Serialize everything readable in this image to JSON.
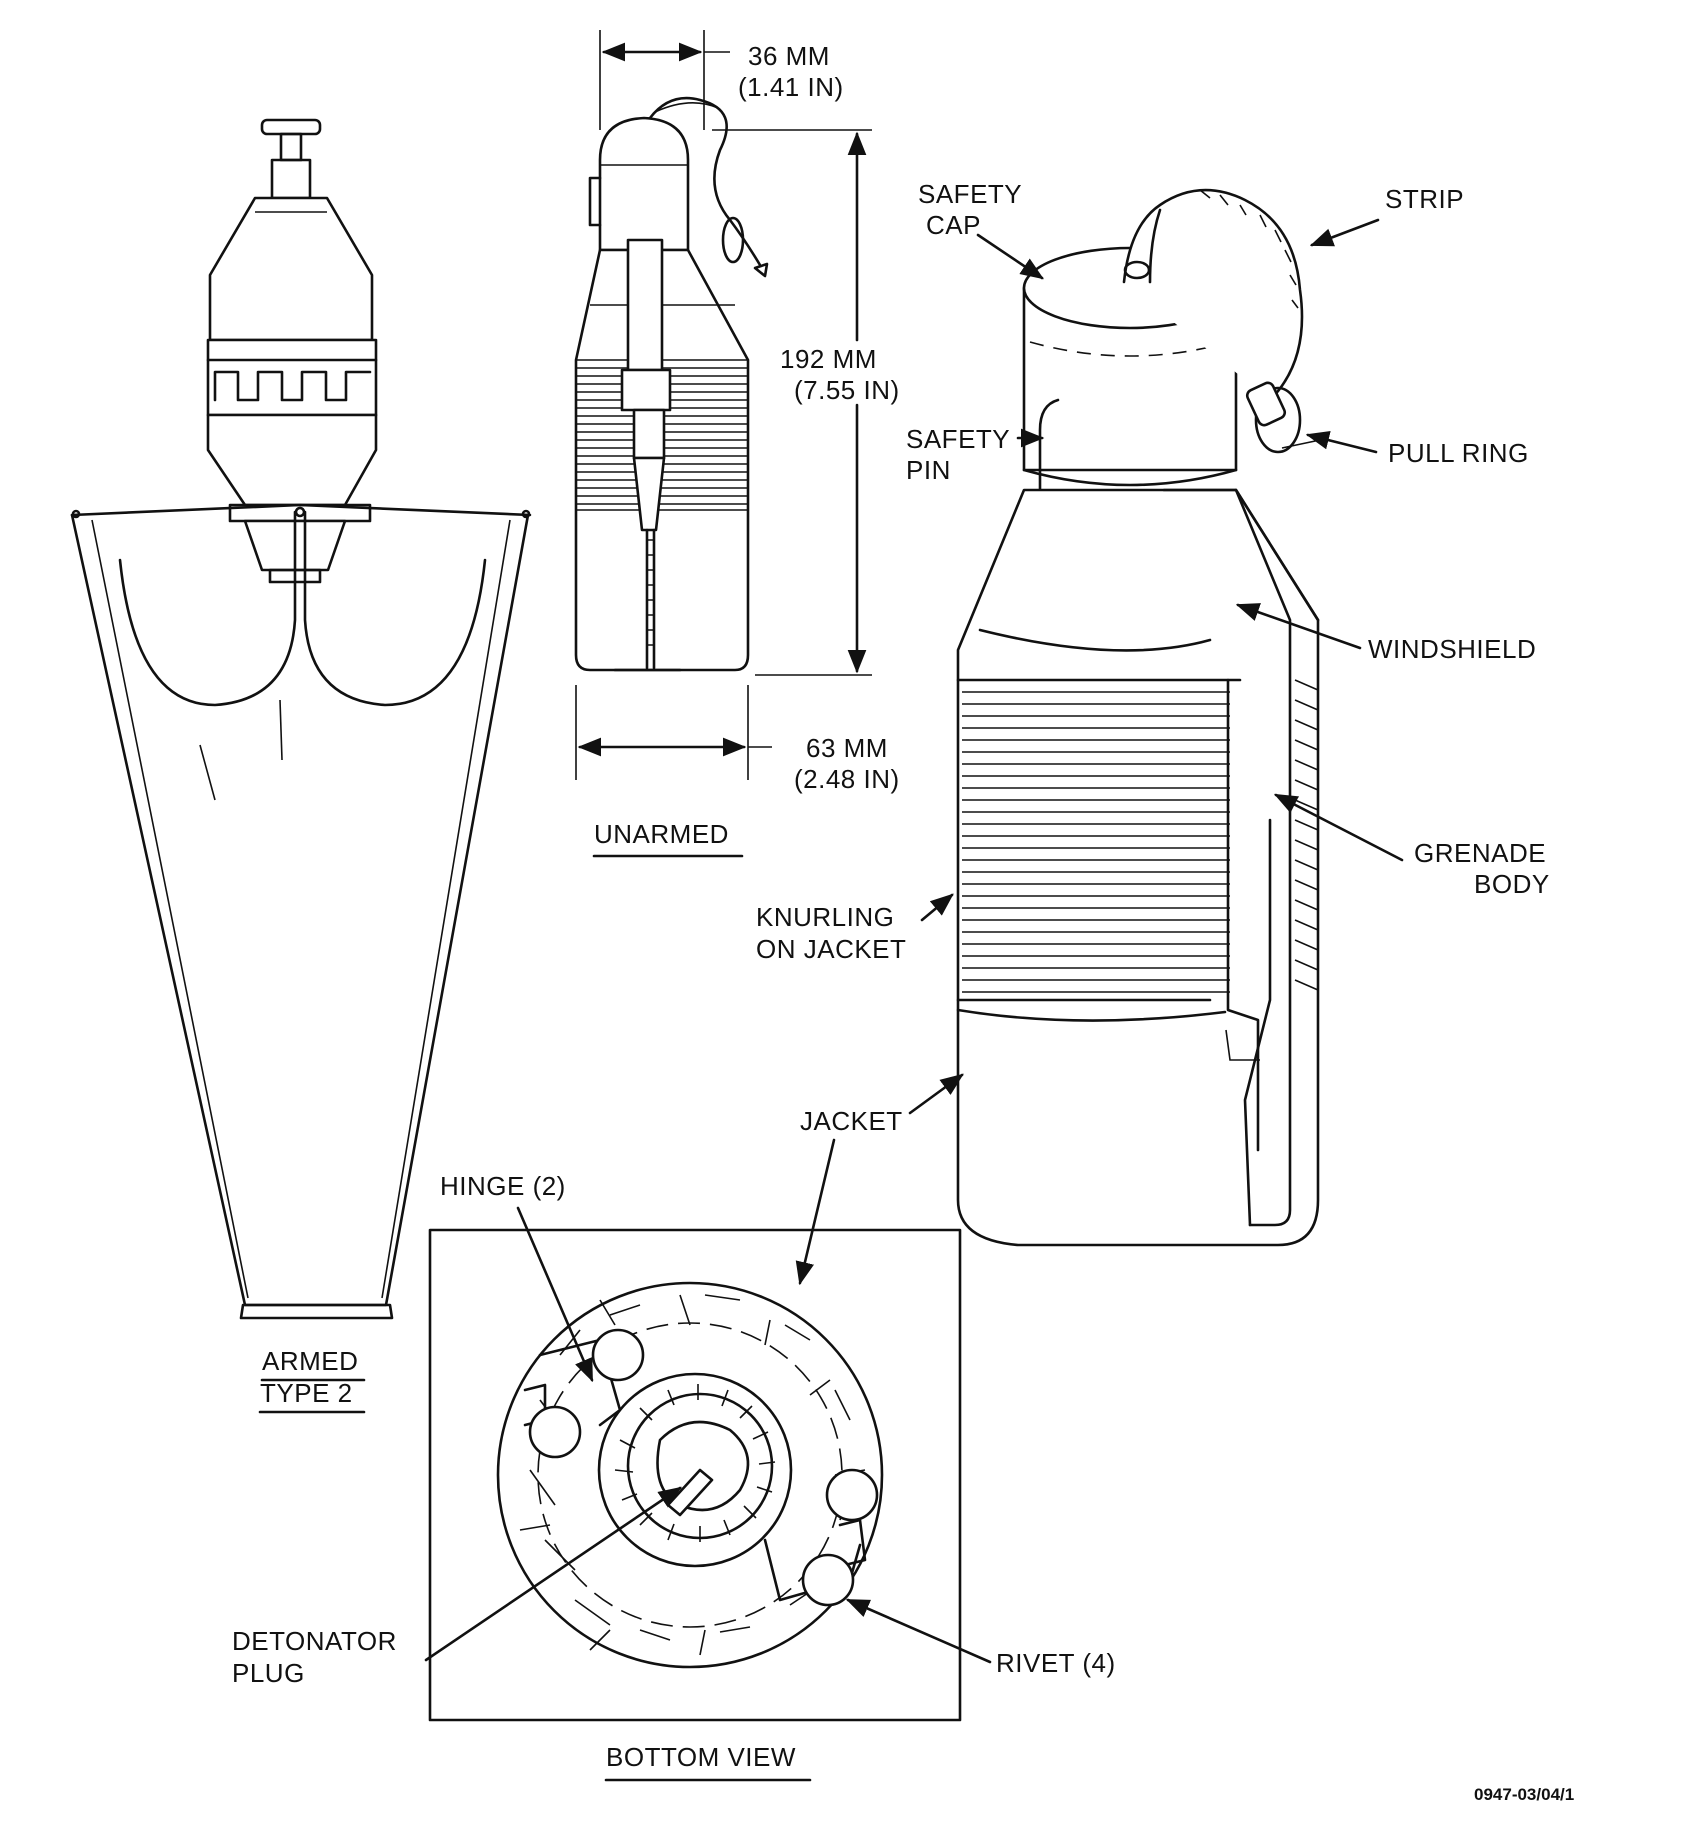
{
  "views": {
    "armed": {
      "line1": "ARMED",
      "line2": "TYPE 2"
    },
    "unarmed": {
      "label": "UNARMED"
    },
    "bottom": {
      "label": "BOTTOM VIEW"
    }
  },
  "dimensions": {
    "width_top": {
      "mm": "36 MM",
      "in": "(1.41 IN)"
    },
    "height": {
      "mm": "192  MM",
      "in": "(7.55 IN)"
    },
    "width_bottom": {
      "mm": "63 MM",
      "in": "(2.48 IN)"
    }
  },
  "callouts": {
    "safety_cap": {
      "line1": "SAFETY",
      "line2": "CAP"
    },
    "strip": "STRIP",
    "safety_pin": {
      "line1": "SAFETY",
      "line2": "PIN"
    },
    "pull_ring": "PULL RING",
    "windshield": "WINDSHIELD",
    "grenade_body": {
      "line1": "GRENADE",
      "line2": "BODY"
    },
    "knurling": {
      "line1": "KNURLING",
      "line2": "ON JACKET"
    },
    "jacket": "JACKET",
    "hinge": "HINGE (2)",
    "detonator_plug": {
      "line1": "DETONATOR",
      "line2": "PLUG"
    },
    "rivet": "RIVET (4)"
  },
  "figure_id": "0947-03/04/1"
}
